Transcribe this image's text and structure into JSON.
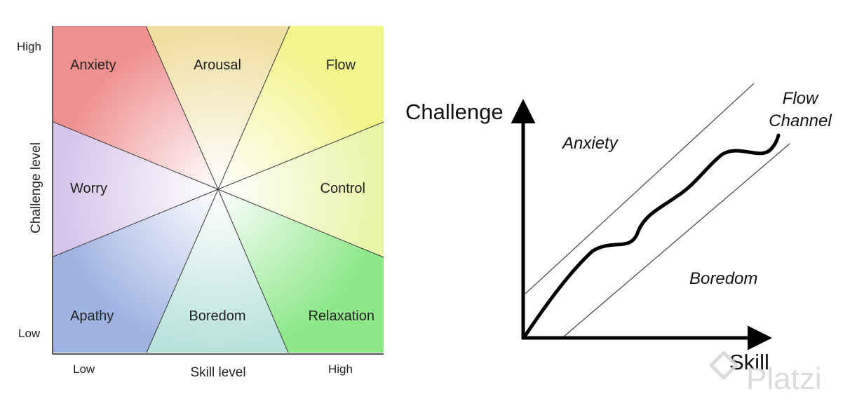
{
  "left_diagram": {
    "y_axis_title": "Challenge level",
    "x_axis_title": "Skill level",
    "y_high": "High",
    "y_low": "Low",
    "x_low": "Low",
    "x_high": "High",
    "zones": {
      "anxiety": "Anxiety",
      "arousal": "Arousal",
      "flow": "Flow",
      "worry": "Worry",
      "control": "Control",
      "apathy": "Apathy",
      "boredom": "Boredom",
      "relaxation": "Relaxation"
    },
    "colors": {
      "anxiety": "#ef8f8f",
      "arousal": "#f0dea0",
      "flow": "#f3f48a",
      "worry": "#d6c3ea",
      "control": "#e8f5a8",
      "apathy": "#9fb3e2",
      "boredom": "#b9e2dc",
      "relaxation": "#8ee88a"
    }
  },
  "right_diagram": {
    "y_axis_title": "Challenge",
    "x_axis_title": "Skill",
    "anxiety": "Anxiety",
    "boredom": "Boredom",
    "channel_line1": "Flow",
    "channel_line2": "Channel"
  },
  "watermark": {
    "text": "Platzi"
  }
}
